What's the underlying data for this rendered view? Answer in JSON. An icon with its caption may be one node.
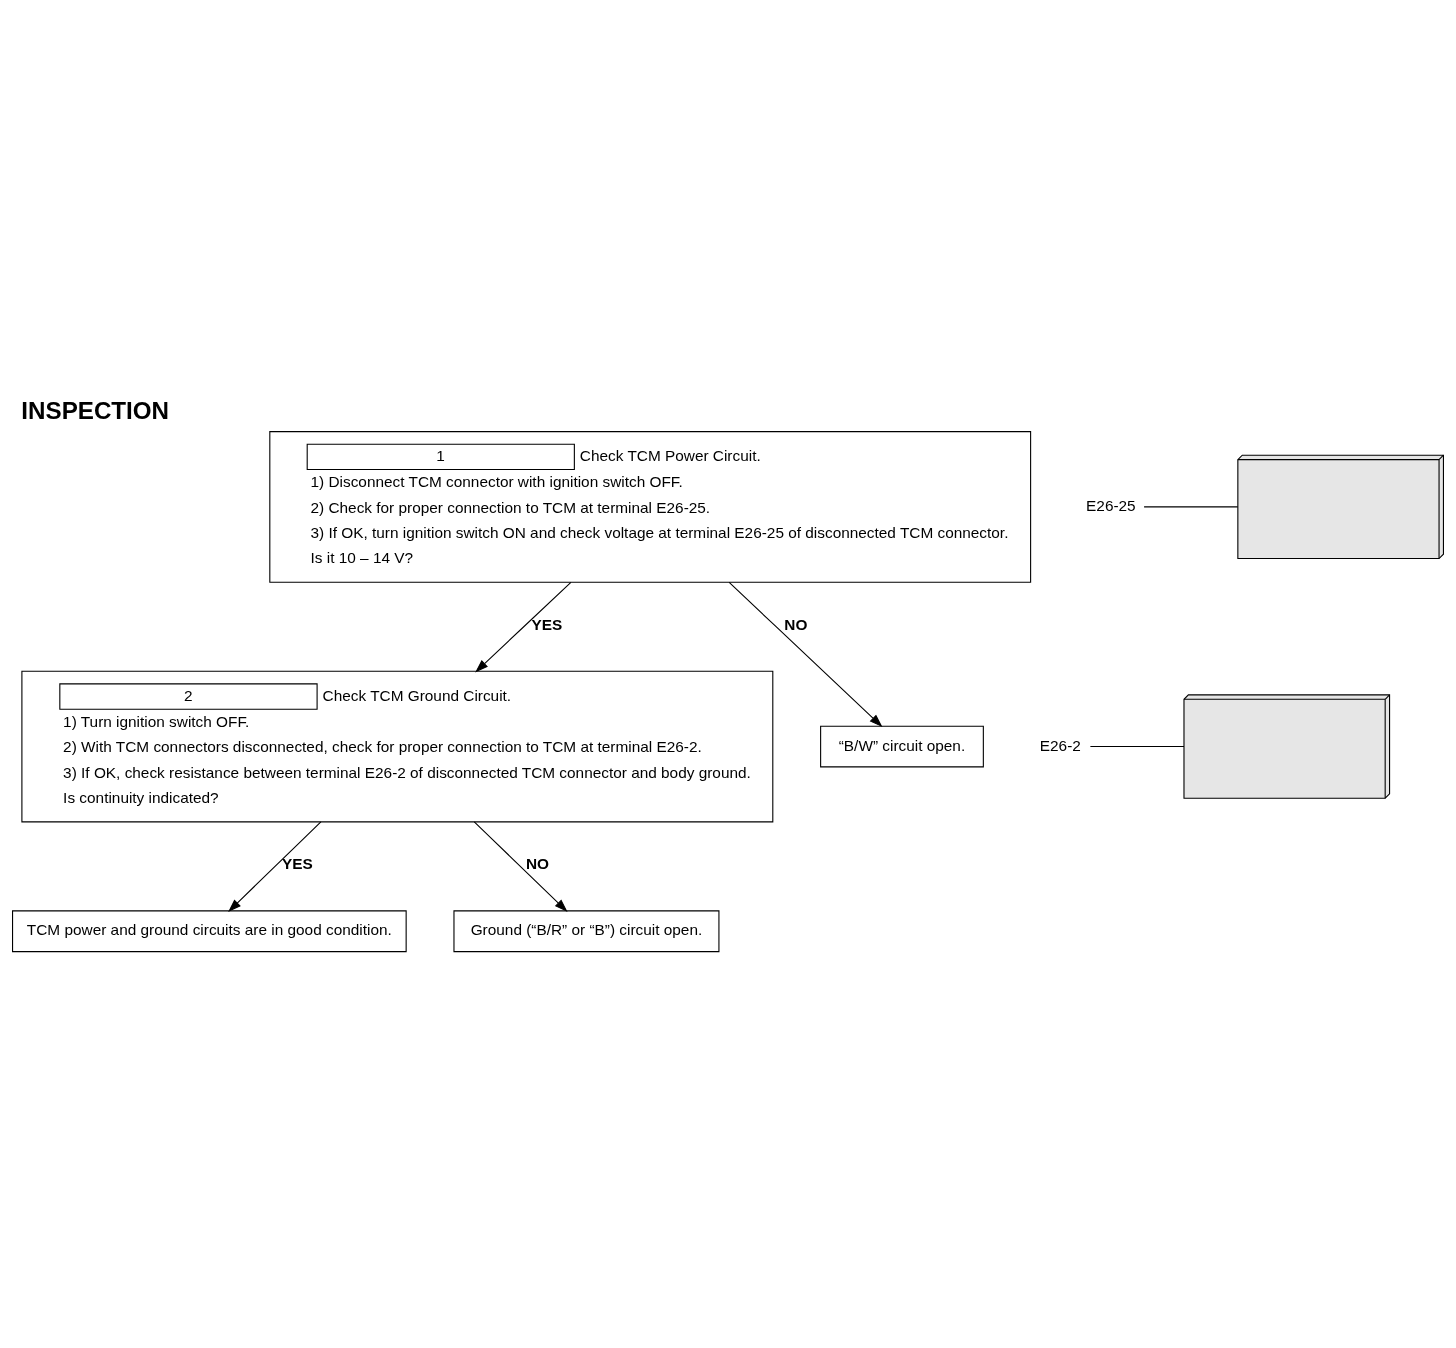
{
  "diagram": {
    "title": "INSPECTION",
    "nodes": [
      {
        "text": [
          "1",
          "Check TCM Power Circuit.",
          "1) Disconnect TCM connector with ignition switch OFF.",
          "2) Check for proper connection to TCM at terminal E26-25.",
          "3) If OK, turn ignition switch ON and check voltage at terminal E26-25 of disconnected TCM connector.",
          "Is it 10 – 14 V?"
        ]
      },
      {
        "text": [
          "2",
          "Check TCM Ground Circuit.",
          "1) Turn ignition switch OFF.",
          "2) With TCM connectors disconnected, check for proper connection to TCM at terminal E26-2.",
          "3) If OK, check resistance between terminal E26-2 of disconnected TCM connector and body ground.",
          "Is continuity indicated?"
        ]
      },
      {
        "text": [
          "“B/W” circuit open."
        ]
      },
      {
        "text": [
          "TCM power and ground circuits are in good condition."
        ]
      },
      {
        "text": [
          "Ground (“B/R” or “B”) circuit open."
        ]
      },
      {
        "text": [
          "E26-25"
        ]
      },
      {
        "text": [],
        "shape": "picture"
      },
      {
        "text": [
          "E26-2"
        ]
      },
      {
        "text": [],
        "shape": "picture"
      }
    ],
    "edges": [
      {
        "from": 0,
        "to": 1,
        "arrow": "to",
        "label": "YES"
      },
      {
        "from": 0,
        "to": 2,
        "arrow": "to",
        "label": "NO"
      },
      {
        "from": 1,
        "to": 3,
        "arrow": "to",
        "label": "YES"
      },
      {
        "from": 1,
        "to": 4,
        "arrow": "to",
        "label": "NO"
      },
      {
        "from": 5,
        "to": 6,
        "arrow": "none"
      },
      {
        "from": 7,
        "to": 8,
        "arrow": "none"
      }
    ]
  }
}
